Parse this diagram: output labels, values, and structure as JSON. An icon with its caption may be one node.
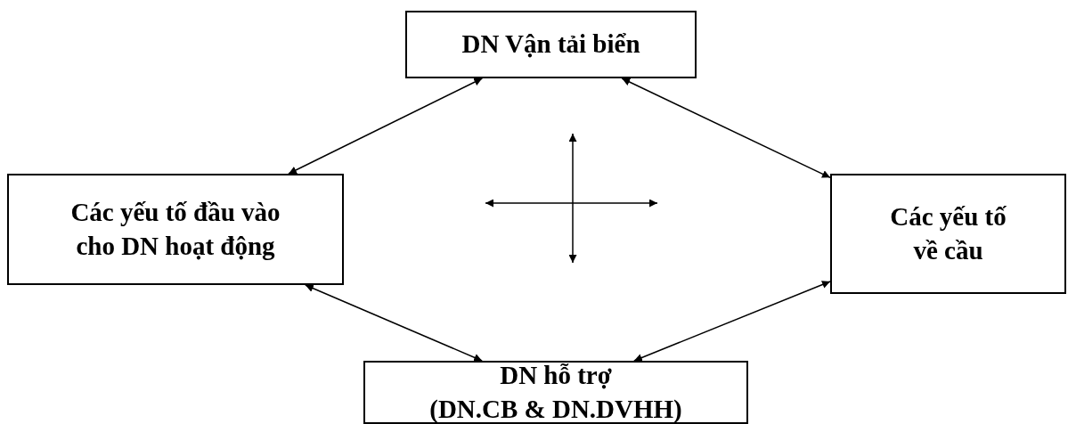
{
  "diagram": {
    "nodes": [
      {
        "text": [
          "DN Vận tải biển"
        ]
      },
      {
        "text": [
          "Các yếu tố đầu vào cho DN hoạt động"
        ]
      },
      {
        "text": [
          "Các yếu tố về cầu"
        ]
      },
      {
        "text": [
          "DN hỗ trợ",
          "(DN.CB & DN.DVHH)"
        ]
      }
    ],
    "edges": [
      {
        "from": 0,
        "to": 1,
        "arrow": "both"
      },
      {
        "from": 0,
        "to": 2,
        "arrow": "both"
      },
      {
        "from": 1,
        "to": 3,
        "arrow": "both"
      },
      {
        "from": 2,
        "to": 3,
        "arrow": "both"
      }
    ]
  }
}
